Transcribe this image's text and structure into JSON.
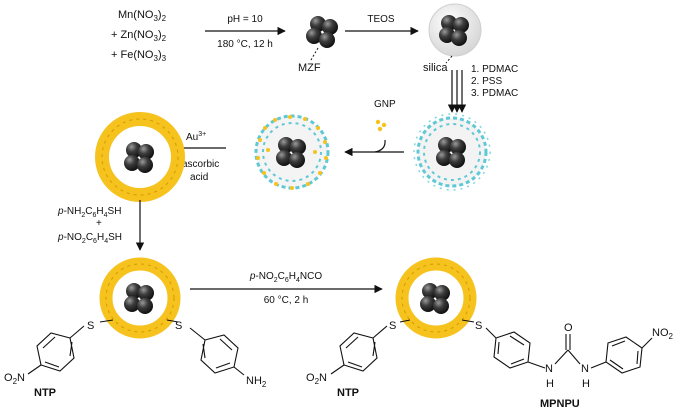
{
  "reagents": {
    "line1": "Mn(NO",
    "line1_sub": "3",
    "line1_end": ")",
    "line1_sub2": "2",
    "line2": "+ Zn(NO",
    "line2_sub": "3",
    "line2_end": ")",
    "line2_sub2": "2",
    "line3": "+ Fe(NO",
    "line3_sub": "3",
    "line3_end": ")",
    "line3_sub2": "3"
  },
  "step1": {
    "above": "pH = 10",
    "below": "180 °C, 12 h"
  },
  "mzf_label": "MZF",
  "step2": {
    "above": "TEOS"
  },
  "silica_label": "silica",
  "step3": {
    "items": [
      "1. PDMAC",
      "2. PSS",
      "3. PDMAC"
    ]
  },
  "gnp_label": "GNP",
  "step4": {
    "au": "Au",
    "au_sup": "3+",
    "line2": "ascorbic",
    "line3": "acid"
  },
  "step5": {
    "r1_pre": "p",
    "r1": "-NH",
    "r1_s1": "2",
    "r1_b": "C",
    "r1_s2": "6",
    "r1_c": "H",
    "r1_s3": "4",
    "r1_d": "SH",
    "plus": "+",
    "r2_pre": "p",
    "r2": "-NO",
    "r2_s1": "2",
    "r2_b": "C",
    "r2_s2": "6",
    "r2_c": "H",
    "r2_s3": "4",
    "r2_d": "SH"
  },
  "step6": {
    "pre": "p",
    "a": "-NO",
    "s1": "2",
    "b": "C",
    "s2": "6",
    "c": "H",
    "s3": "4",
    "d": "NCO",
    "below": "60 °C, 2 h"
  },
  "atoms": {
    "S": "S",
    "O": "O",
    "N": "N",
    "H": "H",
    "NH": "NH",
    "NH_sub": "2",
    "O2N": "O",
    "O2N_sub": "2",
    "O2N_end": "N",
    "NO": "NO",
    "NO_sub": "2"
  },
  "labels": {
    "ntp": "NTP",
    "mpnpu": "MPNPU"
  },
  "colors": {
    "gold": "#f6c21e",
    "gold_dark": "#d49a00",
    "cyan": "#5ec8d4",
    "core": "#3a3a3a",
    "silica": "#e6e6e6"
  }
}
